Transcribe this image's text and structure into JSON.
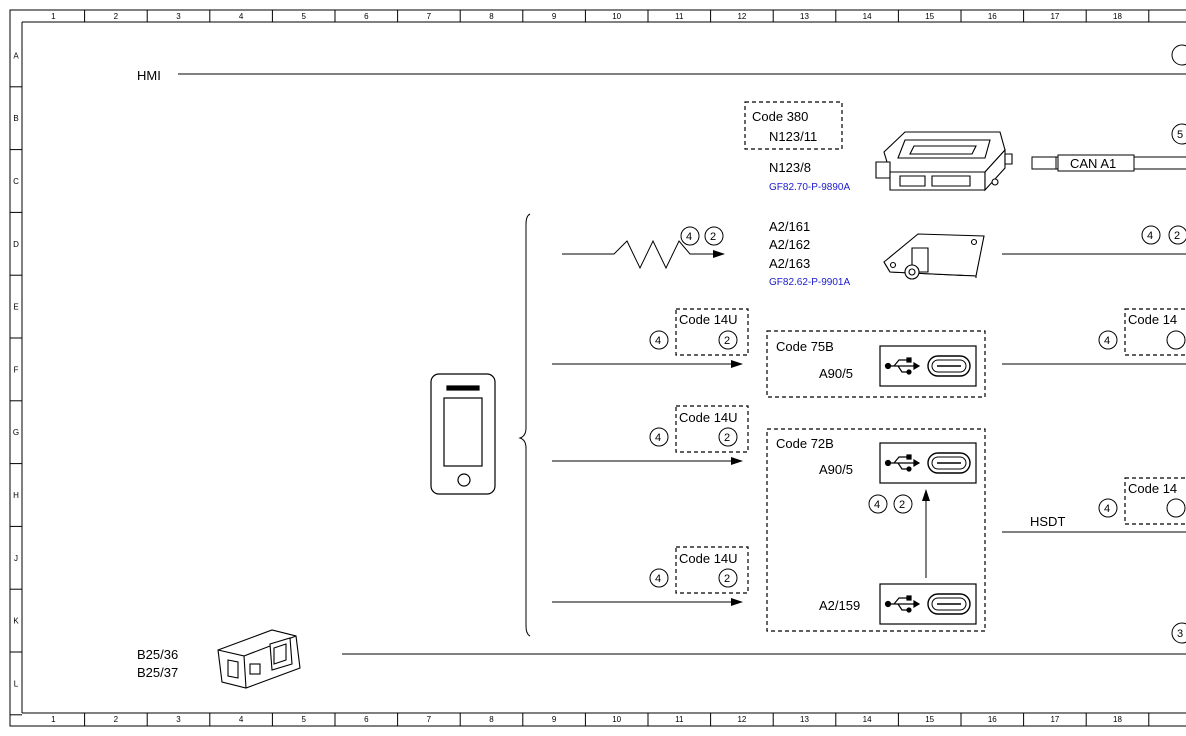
{
  "frame": {
    "columns": [
      "1",
      "2",
      "3",
      "4",
      "5",
      "6",
      "7",
      "8",
      "9",
      "10",
      "11",
      "12",
      "13",
      "14",
      "15",
      "16",
      "17",
      "18"
    ],
    "rows": [
      "A",
      "B",
      "C",
      "D",
      "E",
      "F",
      "G",
      "H",
      "J",
      "K",
      "L"
    ]
  },
  "labels": {
    "hmi": "HMI",
    "code380": "Code 380",
    "n123_11": "N123/11",
    "n123_8": "N123/8",
    "gf_link1": "GF82.70-P-9890A",
    "can_a1": "CAN A1",
    "a2_161": "A2/161",
    "a2_162": "A2/162",
    "a2_163": "A2/163",
    "gf_link2": "GF82.62-P-9901A",
    "code14u": "Code 14U",
    "code14_cut": "Code 14",
    "code75b": "Code 75B",
    "a90_5": "A90/5",
    "code72b": "Code 72B",
    "a2_159": "A2/159",
    "hsdt": "HSDT",
    "b25_36": "B25/36",
    "b25_37": "B25/37"
  },
  "circles": {
    "n4": "4",
    "n2": "2",
    "n5": "5",
    "n3": "3"
  },
  "icons": [
    "usb-symbol-icon",
    "usb-c-port-icon",
    "smartphone-icon",
    "control-unit-icon",
    "antenna-module-icon",
    "sensor-connector-icon",
    "antenna-zigzag-icon"
  ]
}
